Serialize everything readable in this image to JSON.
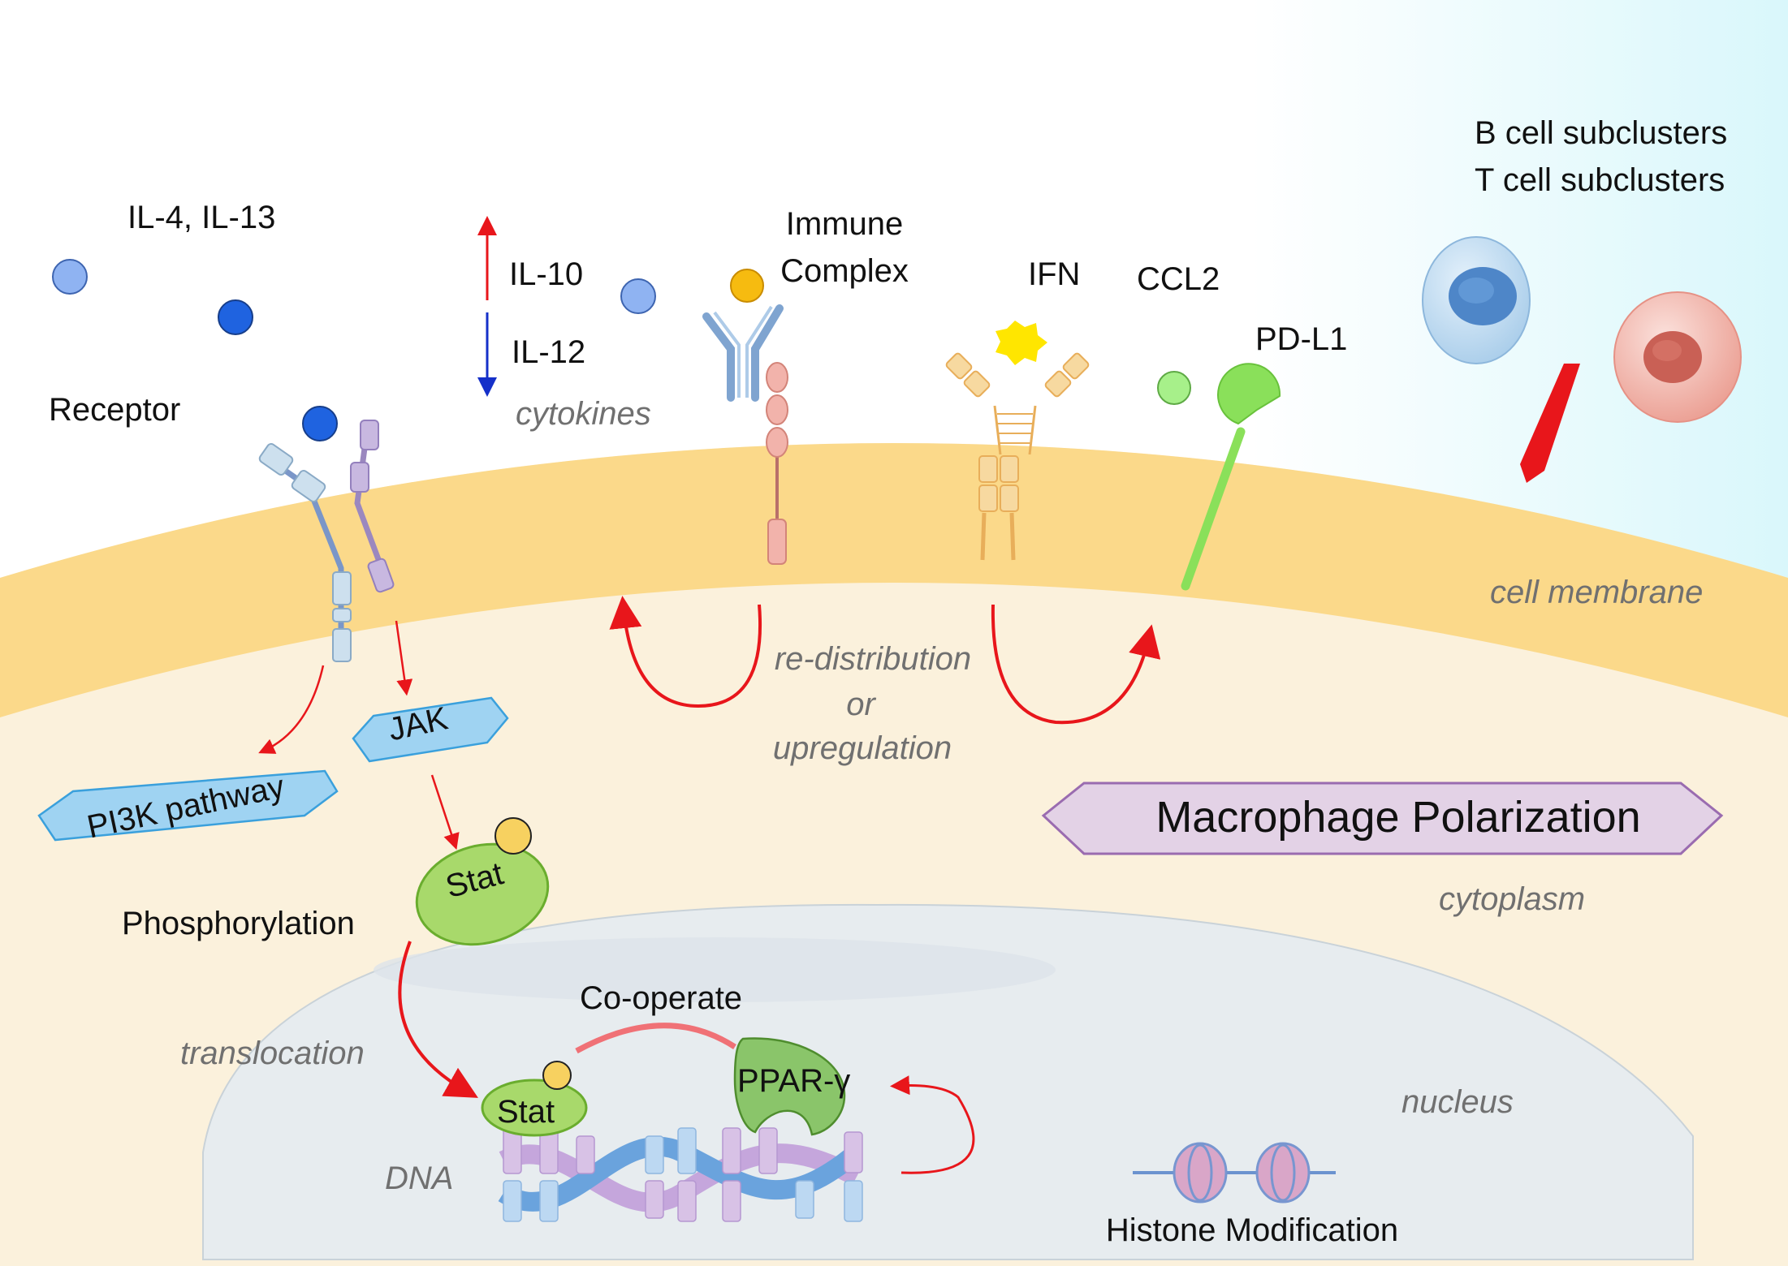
{
  "labels": {
    "il4_il13": "IL-4, IL-13",
    "il10": "IL-10",
    "il12": "IL-12",
    "cytokines": "cytokines",
    "immune_complex_line1": "Immune",
    "immune_complex_line2": "Complex",
    "ifn": "IFN",
    "ccl2": "CCL2",
    "pdl1": "PD-L1",
    "b_cell": "B cell subclusters",
    "t_cell": "T cell subclusters",
    "receptor": "Receptor",
    "cell_membrane": "cell membrane",
    "jak": "JAK",
    "pi3k": "PI3K pathway",
    "redistribution_line1": "re-distribution",
    "redistribution_line2": "or",
    "redistribution_line3": "upregulation",
    "macrophage_polarization": "Macrophage Polarization",
    "stat_cytoplasm": "Stat",
    "phosphorylation": "Phosphorylation",
    "cytoplasm": "cytoplasm",
    "co_operate": "Co-operate",
    "translocation": "translocation",
    "stat_nucleus": "Stat",
    "ppar_gamma": "PPAR-γ",
    "nucleus": "nucleus",
    "dna": "DNA",
    "histone_modification": "Histone Modification"
  },
  "colors": {
    "membrane": "#fbd98a",
    "cytoplasm": "#fbf1dc",
    "nucleus": "#e7ecef",
    "arrow_red": "#e8161b",
    "stat_green": "#a8d96b",
    "ppar_green": "#8ac56a",
    "jak_blue": "#9fd3f2",
    "polarization_purple": "#e3d2e6",
    "phospho_yellow": "#f7d160"
  }
}
